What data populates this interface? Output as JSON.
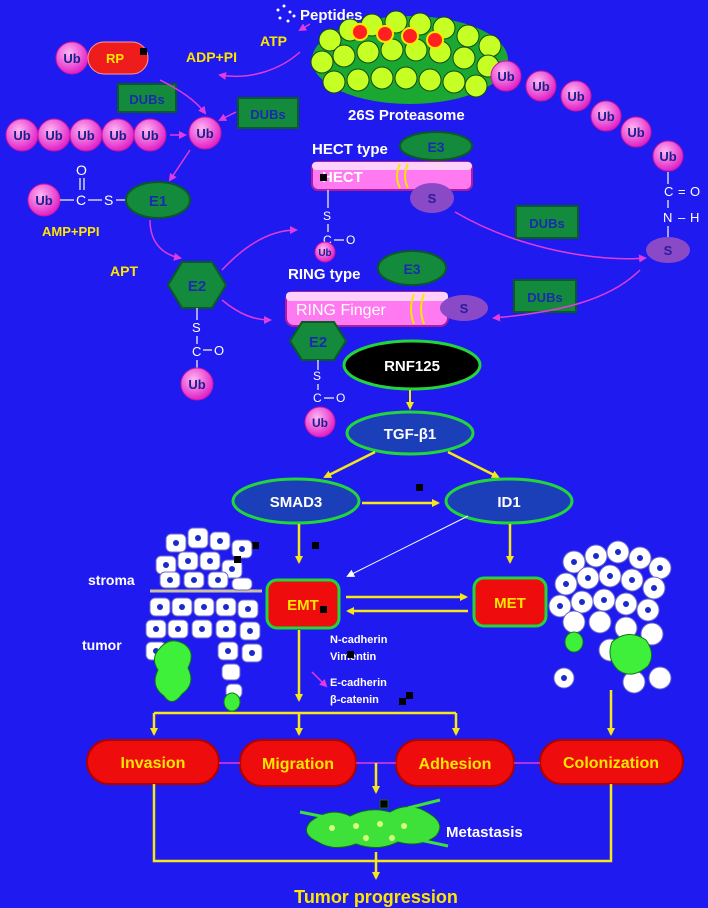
{
  "colors": {
    "background": "#1f1af0",
    "arrow_yellow": "#f5e71a",
    "arrow_magenta": "#e23be0",
    "ub_fill": "#f04ad8",
    "node_fill": "#1b3fb8",
    "node_border": "#22d63a",
    "red_box": "#ee0c0c",
    "dubs_fill": "#138a3c",
    "label_yellow": "#ffe600",
    "label_white": "#ffffff"
  },
  "labels": {
    "peptides": "Peptides",
    "atp": "ATP",
    "adp_pi": "ADP+PI",
    "proteasome": "26S Proteasome",
    "hect_type": "HECT type",
    "ring_type": "RING type",
    "amp_ppi": "AMP+PPI",
    "apt": "APT",
    "stroma": "stroma",
    "tumor": "tumor",
    "metastasis": "Metastasis",
    "tumor_progression": "Tumor progression"
  },
  "ub": "Ub",
  "rp": "RP",
  "dubs": "DUBs",
  "e1": "E1",
  "e2": "E2",
  "e3": "E3",
  "s": "S",
  "hect_bar": "HECT",
  "ring_bar": "RING Finger",
  "chem": {
    "c": "C",
    "s": "S",
    "o": "O",
    "n": "N",
    "h": "H",
    "dbl": "=",
    "dash": "–"
  },
  "nodes": {
    "rnf125": "RNF125",
    "tgfb1": "TGF-β1",
    "smad3": "SMAD3",
    "id1": "ID1",
    "emt": "EMT",
    "met": "MET"
  },
  "markers": {
    "n_cadherin": "N-cadherin",
    "vimentin": "Vimentin",
    "e_cadherin": "E-cadherin",
    "b_catenin": "β-catenin"
  },
  "processes": {
    "invasion": "Invasion",
    "migration": "Migration",
    "adhesion": "Adhesion",
    "colonization": "Colonization"
  }
}
